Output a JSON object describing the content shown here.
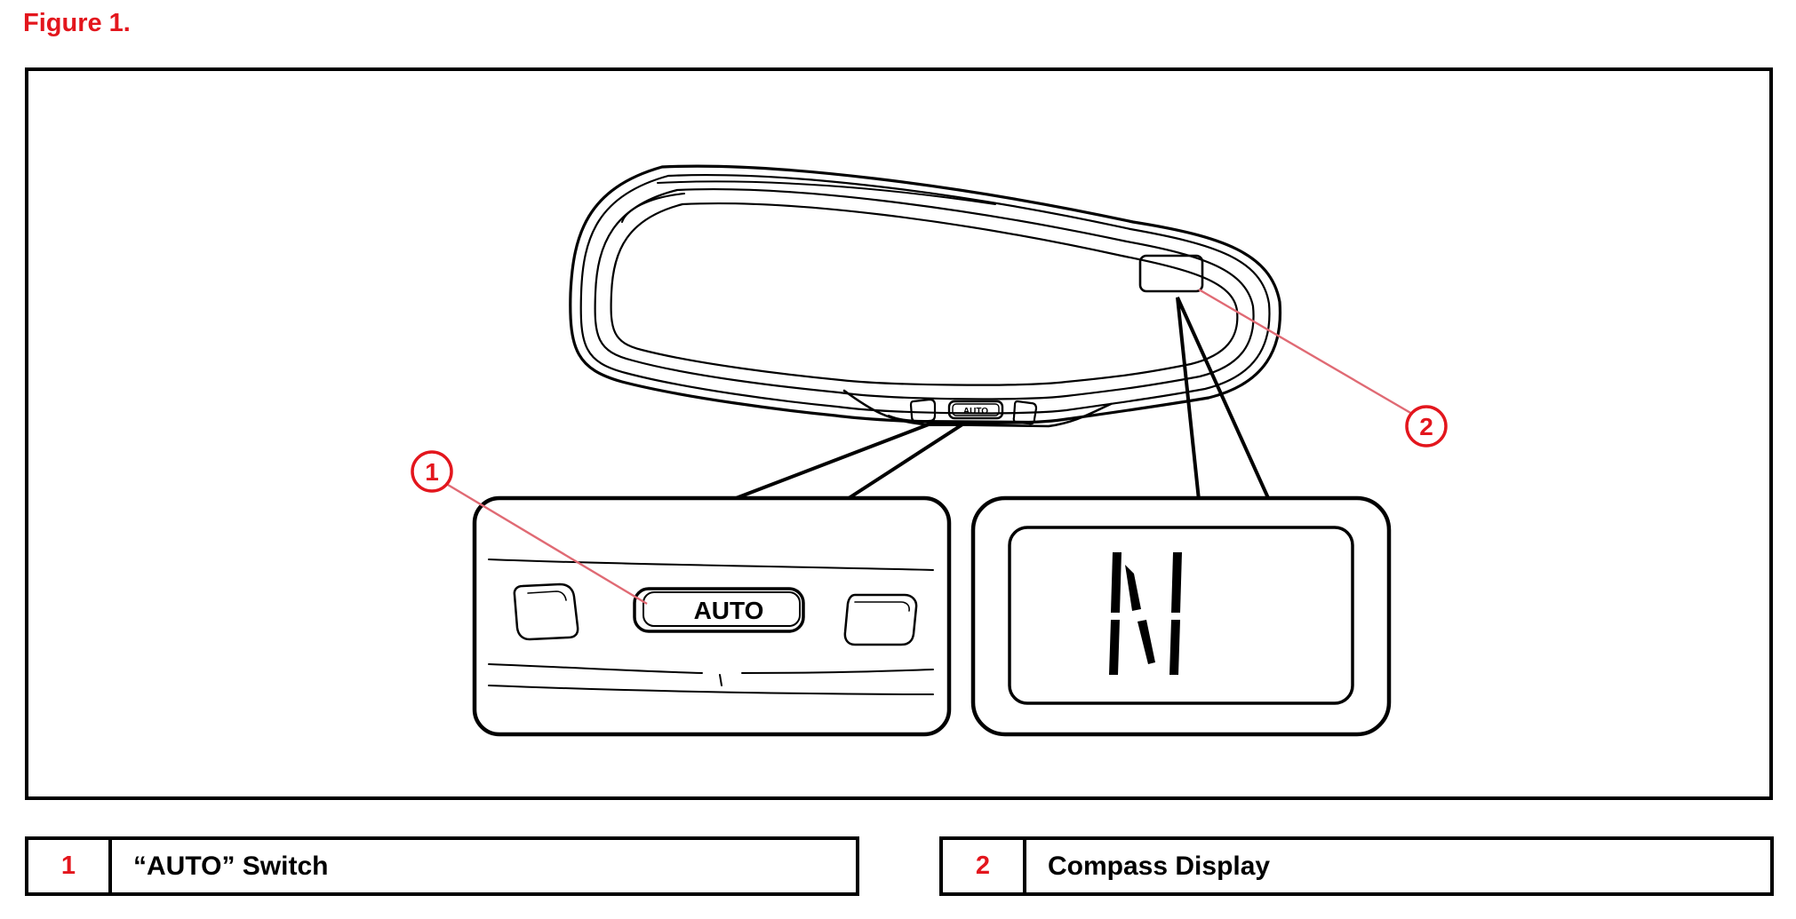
{
  "figure": {
    "title": "Figure 1."
  },
  "diagram": {
    "mirror_button_text": "AUTO",
    "zoom_button_text": "AUTO",
    "compass_letter": "N",
    "callout_1": "1",
    "callout_2": "2"
  },
  "legend": [
    {
      "number": "1",
      "label": "“AUTO” Switch"
    },
    {
      "number": "2",
      "label": "Compass Display"
    }
  ],
  "colors": {
    "accent_red": "#e3161d",
    "leader_line": "#e06a74",
    "stroke": "#000000"
  }
}
